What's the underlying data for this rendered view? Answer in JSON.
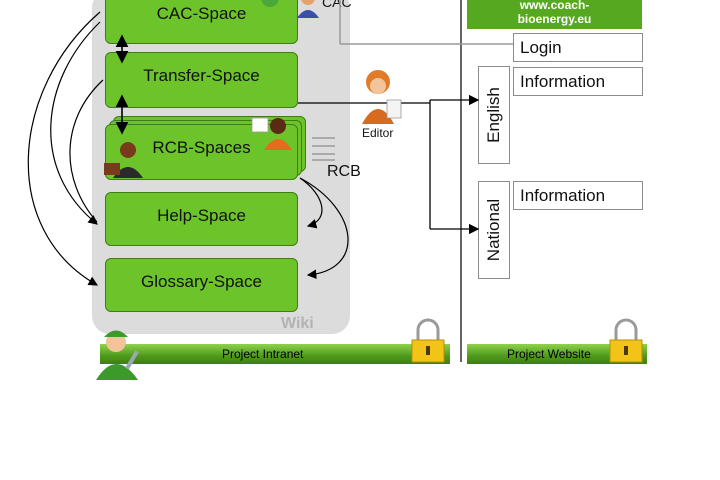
{
  "wiki": {
    "label": "Wiki",
    "spaces": {
      "cac": "CAC-Space",
      "transfer": "Transfer-Space",
      "rcb": "RCB-Spaces",
      "help": "Help-Space",
      "glossary": "Glossary-Space"
    },
    "cac_tag": "CAC",
    "rcb_tag": "RCB",
    "editor_label": "Editor"
  },
  "intranet": {
    "label": "Project Intranet"
  },
  "website": {
    "header_line1": "www.coach-",
    "header_line2": "bioenergy.eu",
    "login": "Login",
    "english_label": "English",
    "english_info": "Information",
    "national_label": "National",
    "national_info": "Information",
    "label": "Project Website"
  },
  "colors": {
    "space_fill": "#6cc42a",
    "space_border": "#3f7d12",
    "wiki_panel": "#dcdcdc",
    "bar_green": "#4e9a1c"
  },
  "icons": [
    "person-icon",
    "editor-icon",
    "mechanic-icon",
    "padlock-icon"
  ]
}
